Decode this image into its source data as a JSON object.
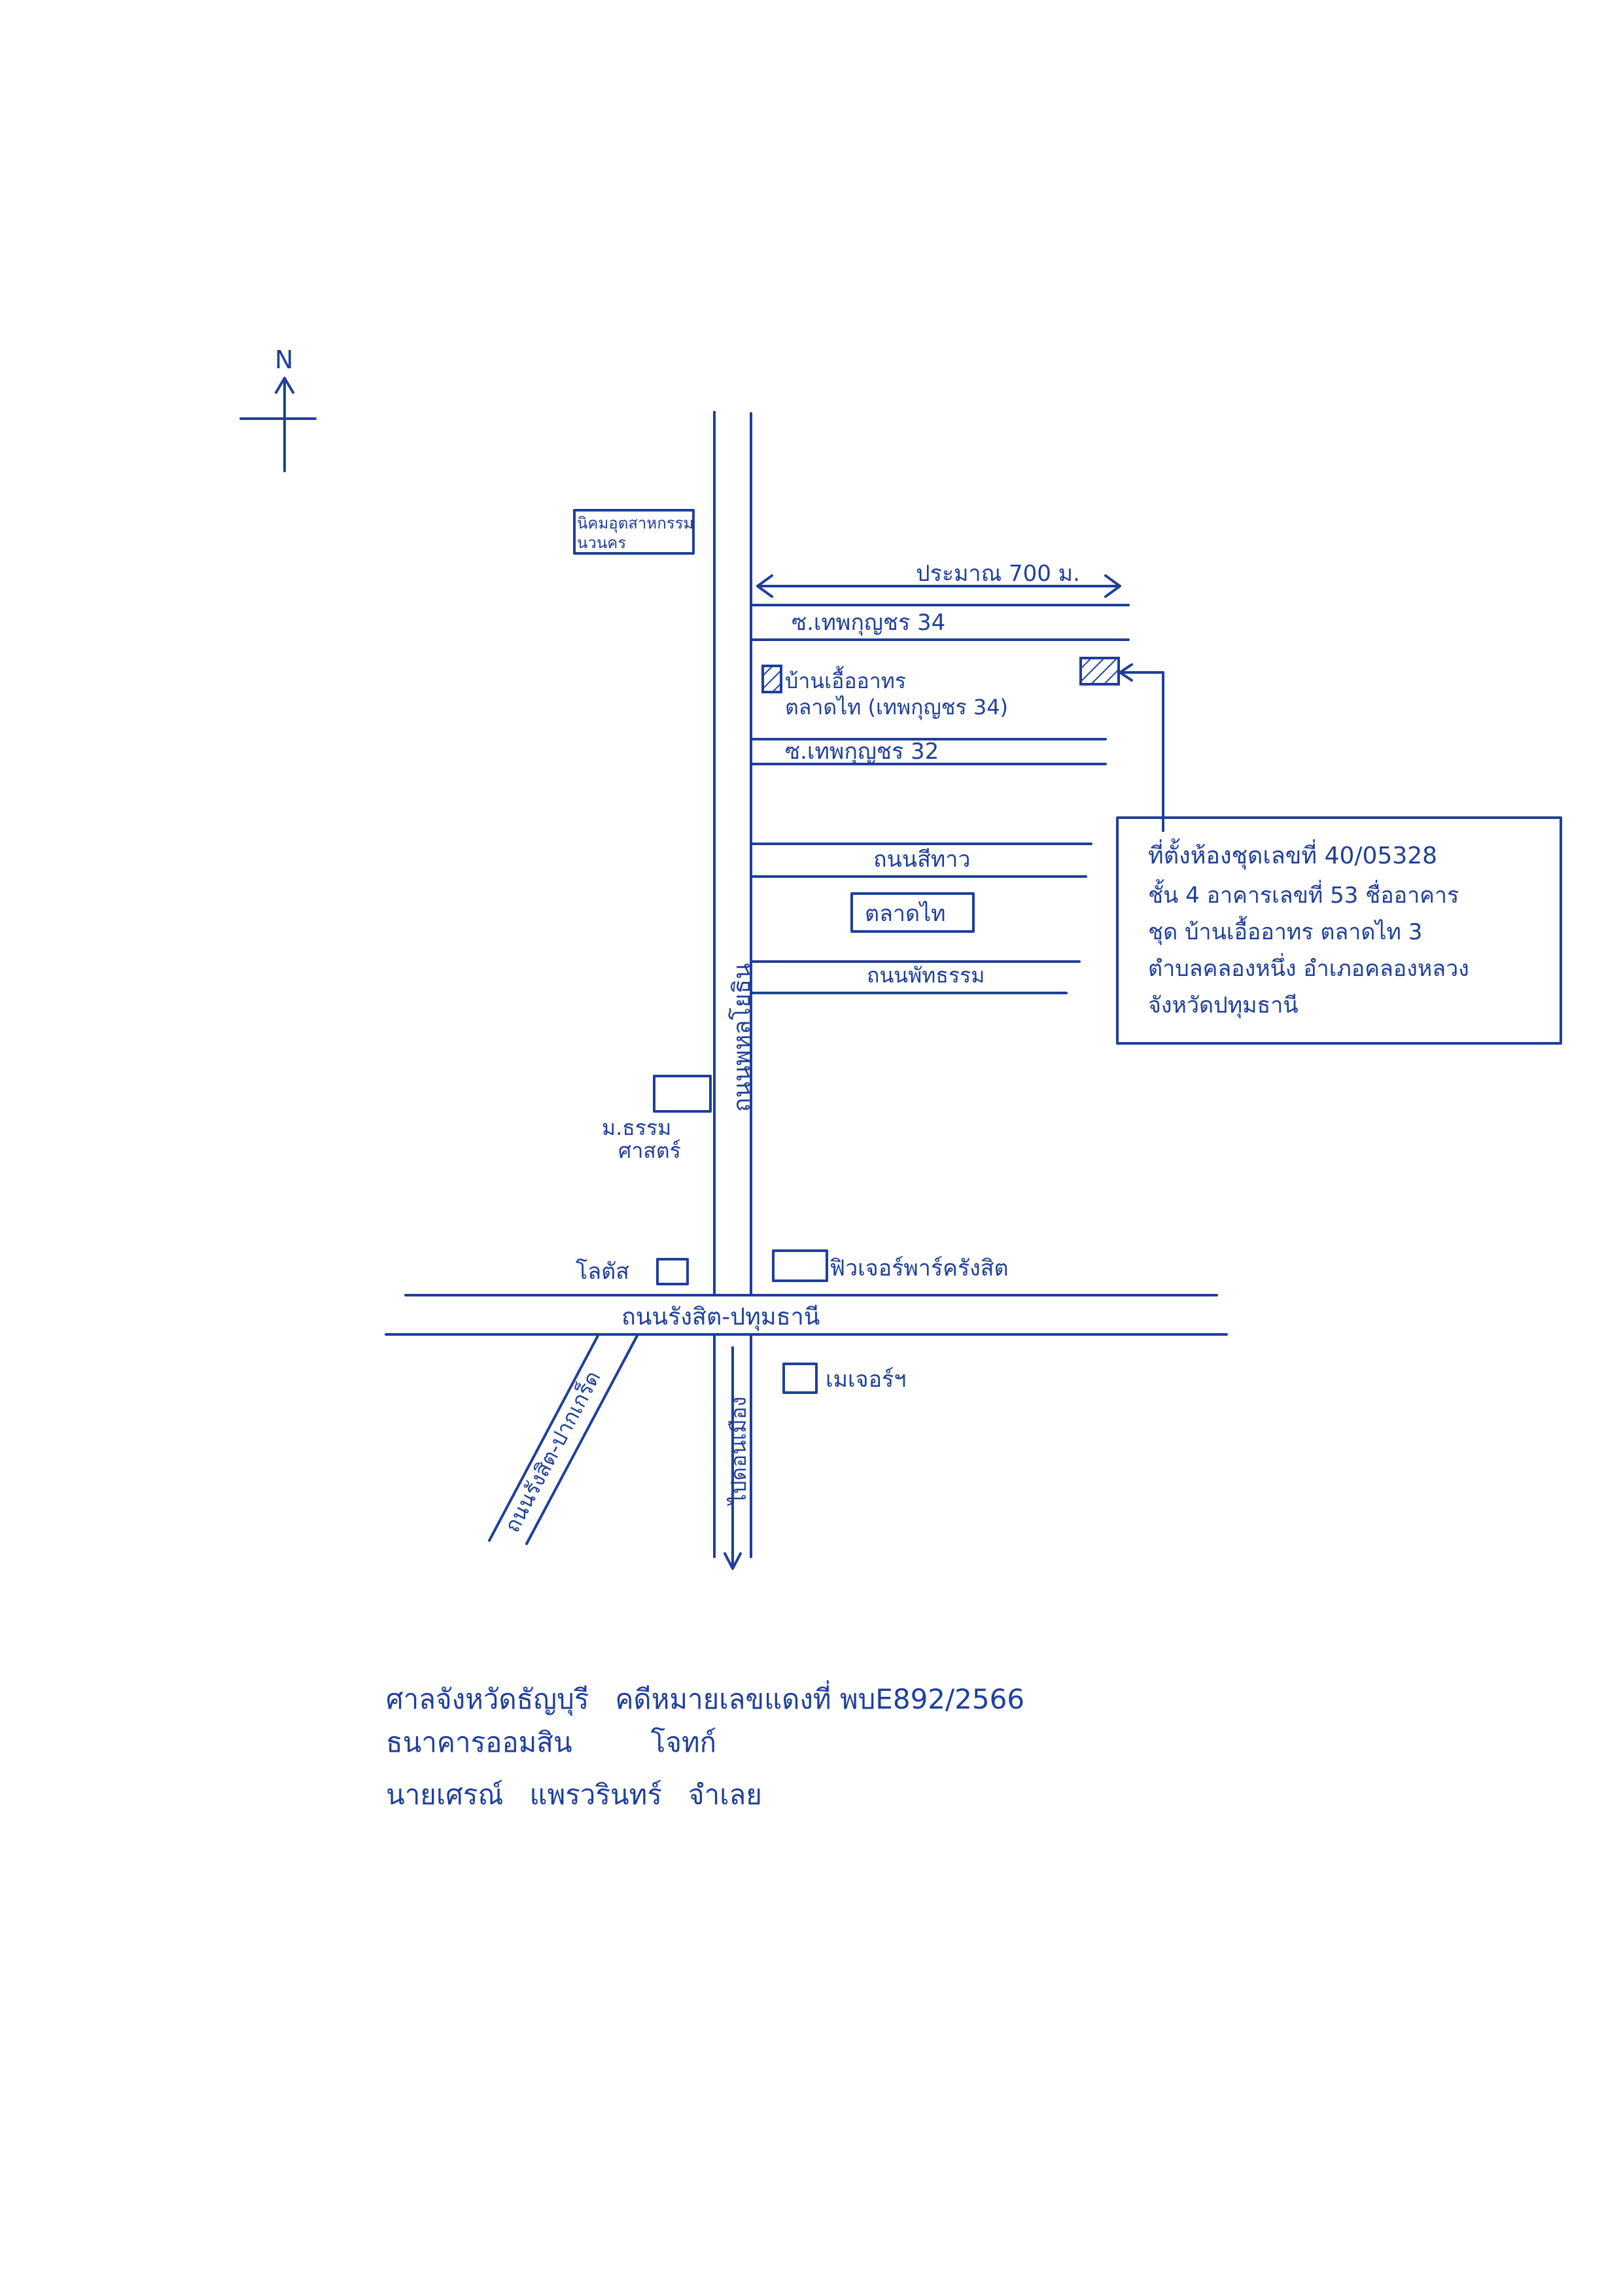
{
  "map": {
    "compass_label": "N",
    "colors": {
      "ink": "#1f3f9a",
      "paper": "#ffffff"
    },
    "labels": {
      "distance": "ประมาณ 700 ม.",
      "soi_34": "ซ.เทพกุญชร 34",
      "soi_32": "ซ.เทพกุญชร 32",
      "village_line1": "บ้านเอื้ออาทร",
      "village_line2": "ตลาดไท (เทพกุญชร 34)",
      "road_sithao": "ถนนสีทาว",
      "market": "ตลาดไท",
      "road_pattharatham": "ถนนพัทธรรม",
      "road_phahonyothin": "ถนนพหลโยธิน",
      "school_top_line1": "นิคมอุตสาหกรรม",
      "school_top_line2": "นวนคร",
      "university_line1": "ม.ธรรม",
      "university_line2": "ศาสตร์",
      "lotus": "โลตัส",
      "future_park": "ฟิวเจอร์พาร์ครังสิต",
      "road_rangsit_pathum": "ถนนรังสิต-ปทุมธานี",
      "major": "เมเจอร์ฯ",
      "road_rangsit_pakkret": "ถนนรังสิต-ปากเกร็ด",
      "to_donmueang": "ไปดอนเมือง"
    },
    "property_box": {
      "line1": "ที่ตั้งห้องชุดเลขที่ 40/05328",
      "line2": "ชั้น 4 อาคารเลขที่ 53 ชื่ออาคาร",
      "line3": "ชุด บ้านเอื้ออาทร ตลาดไท 3",
      "line4": "ตำบลคลองหนึ่ง อำเภอคลองหลวง",
      "line5": "จังหวัดปทุมธานี"
    }
  },
  "footer": {
    "line1": "ศาลจังหวัดธัญบุรี   คดีหมายเลขแดงที่ พบE892/2566",
    "line2": "ธนาคารออมสิน         โจทก์",
    "line3": "นายเศรณ์   แพรวรินทร์   จำเลย"
  }
}
